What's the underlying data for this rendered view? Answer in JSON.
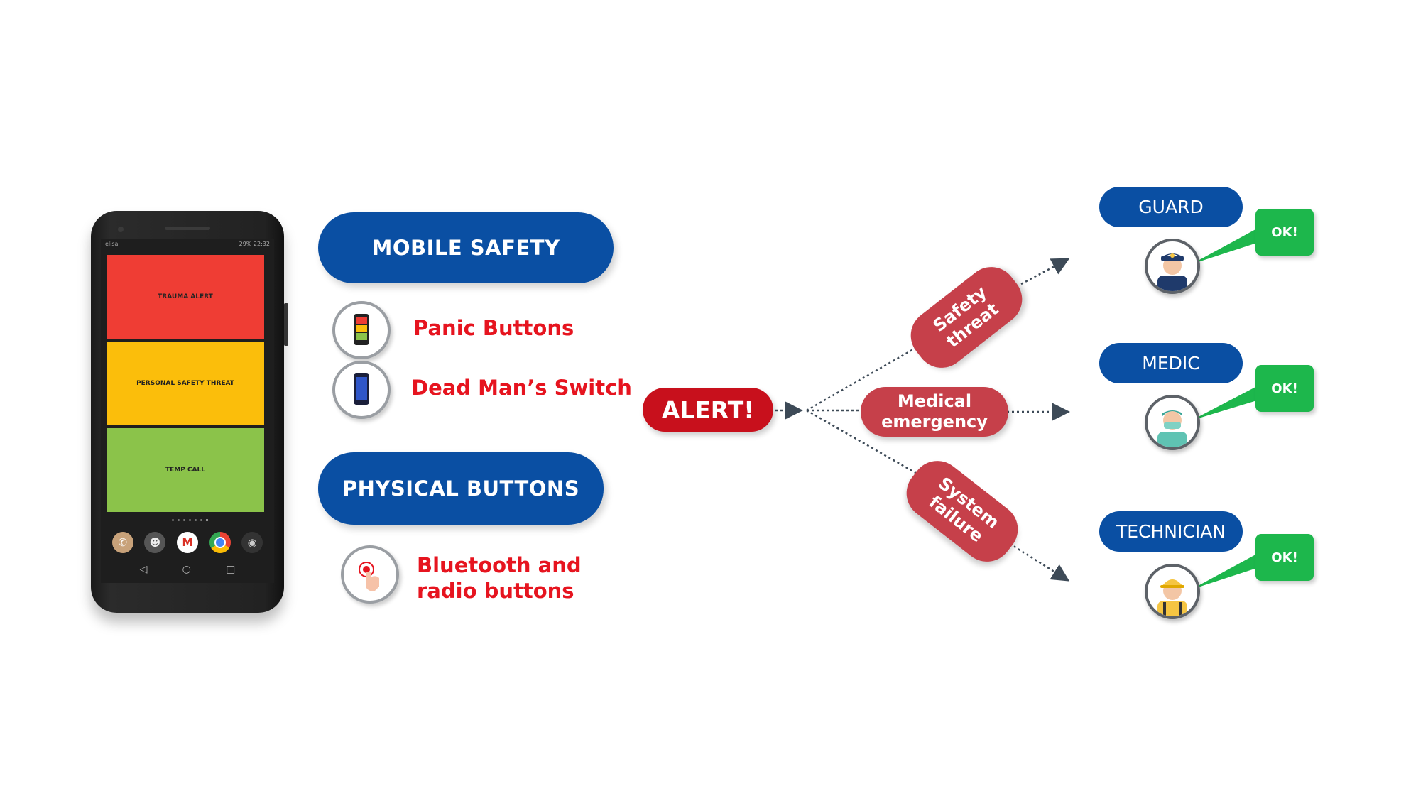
{
  "phone": {
    "carrier": "elisa",
    "status_right": "29% 22:32",
    "tiles": [
      "TRAUMA ALERT",
      "PERSONAL SAFETY THREAT",
      "TEMP CALL"
    ]
  },
  "left": {
    "mobile_safety": "MOBILE SAFETY",
    "panic_buttons": "Panic Buttons",
    "dead_mans_switch": "Dead Man’s Switch",
    "physical_buttons": "PHYSICAL BUTTONS",
    "bluetooth_line1": "Bluetooth and",
    "bluetooth_line2": "radio buttons"
  },
  "center": {
    "alert": "ALERT!",
    "safety_line1": "Safety",
    "safety_line2": "threat",
    "medical_line1": "Medical",
    "medical_line2": "emergency",
    "system_line1": "System",
    "system_line2": "failure"
  },
  "roles": {
    "guard": "GUARD",
    "medic": "MEDIC",
    "technician": "TECHNICIAN",
    "ok": "OK!"
  },
  "colors": {
    "blue": "#0a4fa3",
    "alert_red": "#c8101c",
    "category_red": "#c6404a",
    "text_red": "#e6141f",
    "ok_green": "#1db74c"
  }
}
